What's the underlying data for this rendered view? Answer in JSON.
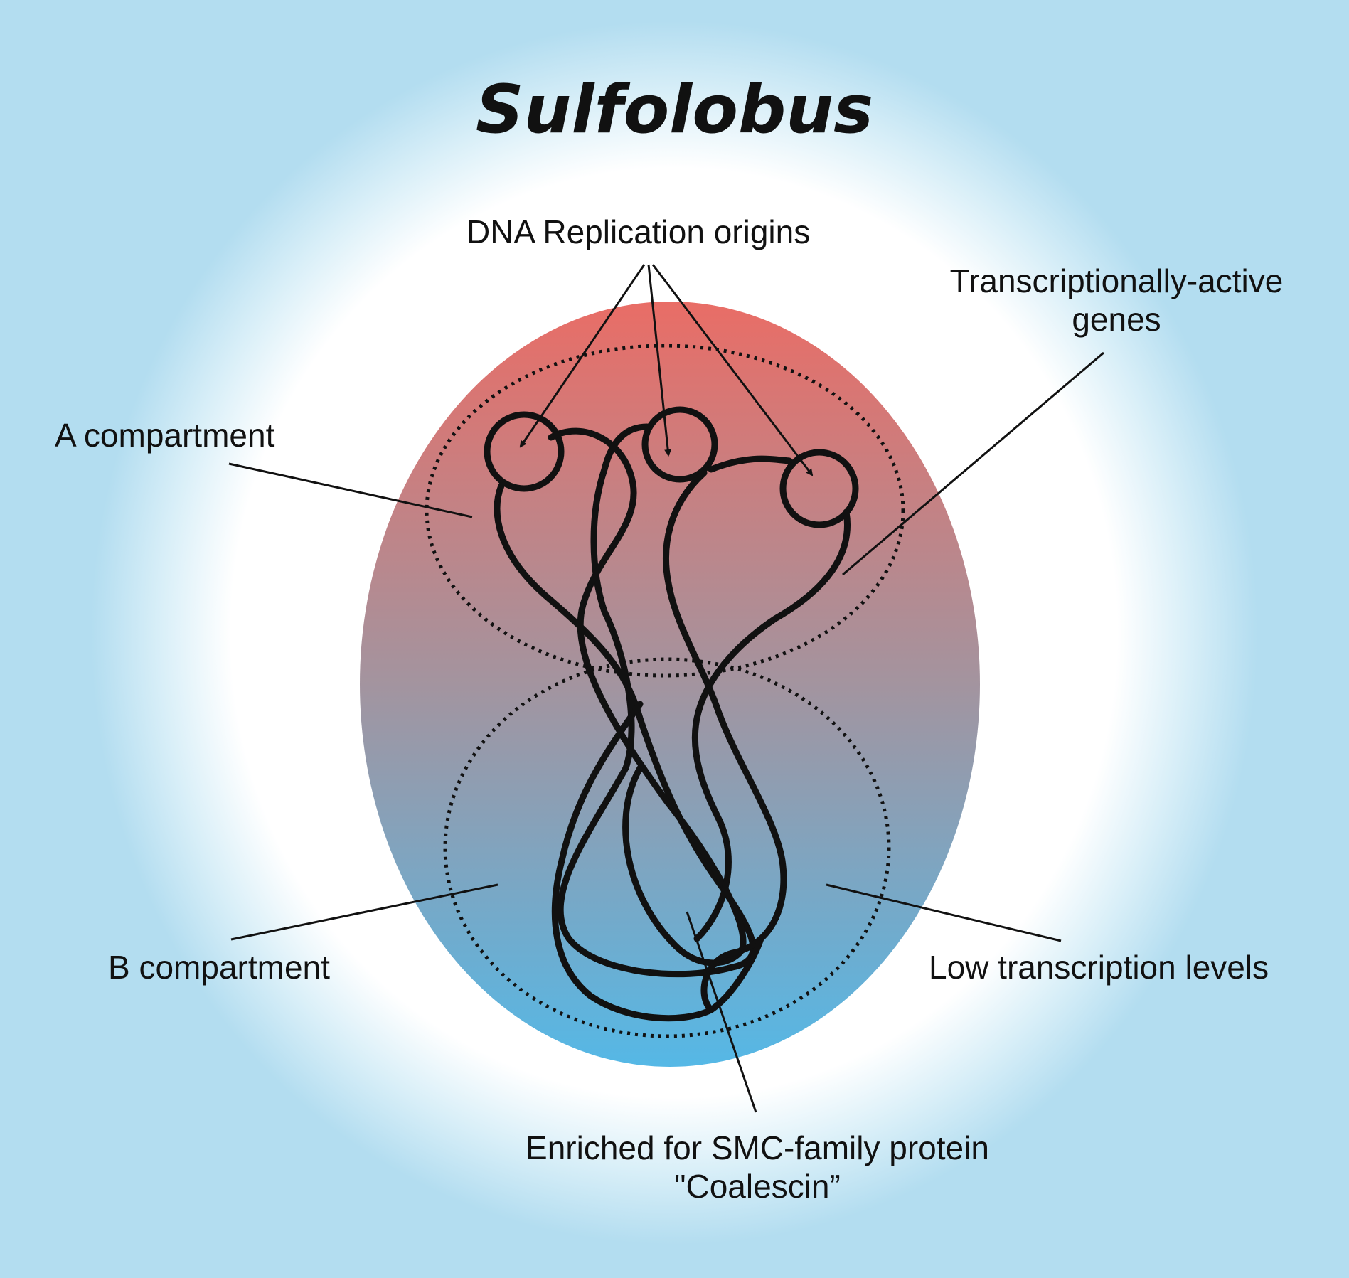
{
  "title": "Sulfolobus",
  "labels": {
    "origins": "DNA Replication origins",
    "active_line1": "Transcriptionally-active",
    "active_line2": "genes",
    "a_compartment": "A compartment",
    "b_compartment": "B compartment",
    "low_transcription": "Low transcription levels",
    "smc_line1": "Enriched for SMC-family protein",
    "smc_line2": "\"Coalescin”"
  },
  "colors": {
    "cell_top": "#e96d66",
    "cell_bottom": "#55b8e6",
    "background": "#b5def0",
    "ink": "#111111"
  }
}
